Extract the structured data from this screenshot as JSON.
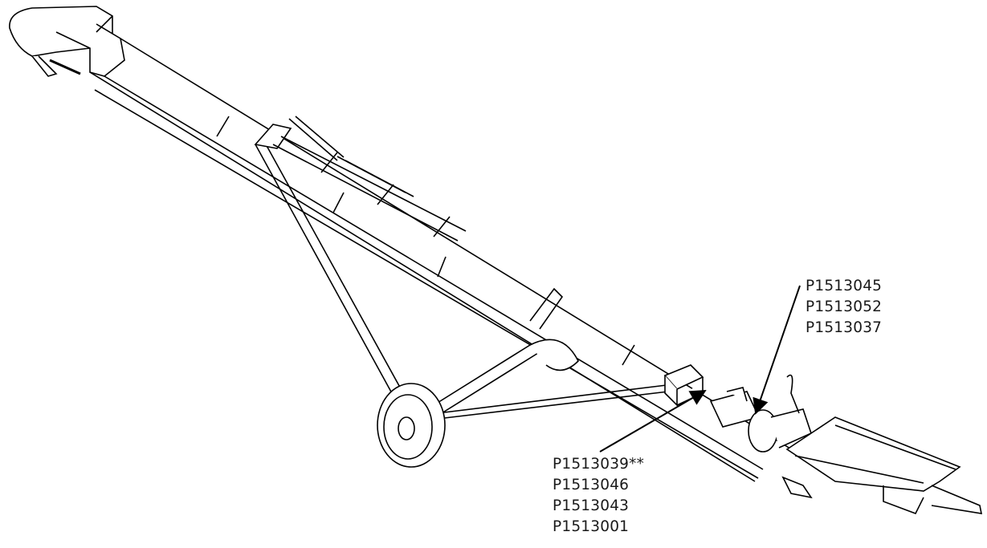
{
  "callouts": {
    "upper": {
      "parts": [
        "P1513045",
        "P1513052",
        "P1513037"
      ]
    },
    "lower": {
      "parts": [
        "P1513039**",
        "P1513046",
        "P1513043",
        "P1513001"
      ]
    }
  }
}
